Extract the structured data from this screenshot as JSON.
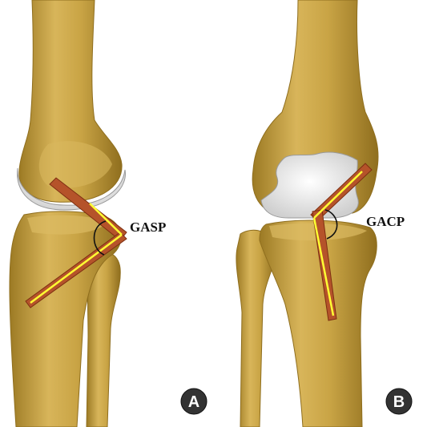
{
  "panels": [
    {
      "id": "A",
      "badge": "A",
      "angle_label": "GASP"
    },
    {
      "id": "B",
      "badge": "B",
      "angle_label": "GACP"
    }
  ],
  "colors": {
    "bone": "#c9a445",
    "bone_shadow": "#9c7a24",
    "bone_highlight": "#e2c474",
    "cartilage": "#eeeeee",
    "graft": "#b5532a",
    "graft_dark": "#7e2f12",
    "axis_line": "#ffff33",
    "angle_arc": "#111111",
    "badge_fill": "#333333",
    "background": "#ffffff"
  },
  "icons": [
    "angle-arc-icon",
    "panel-badge-icon"
  ]
}
